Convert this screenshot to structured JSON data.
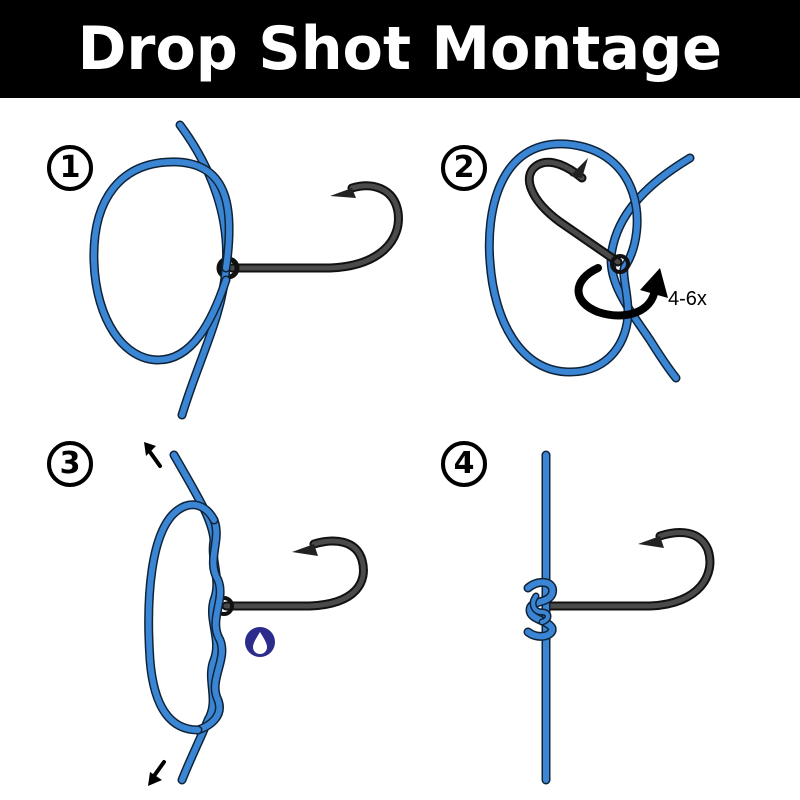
{
  "title": "Drop Shot Montage",
  "steps": [
    {
      "number": "1"
    },
    {
      "number": "2",
      "annotation": "4-6x"
    },
    {
      "number": "3"
    },
    {
      "number": "4"
    }
  ],
  "colors": {
    "line": "#3b86d4",
    "line_outline": "#0f2338",
    "hook": "#3a3a3a",
    "header_bg": "#000000",
    "drop_badge": "#2c2c8c"
  },
  "icons": [
    "loop-arrow-icon",
    "arrow-up-left-icon",
    "arrow-down-left-icon",
    "water-drop-icon"
  ]
}
